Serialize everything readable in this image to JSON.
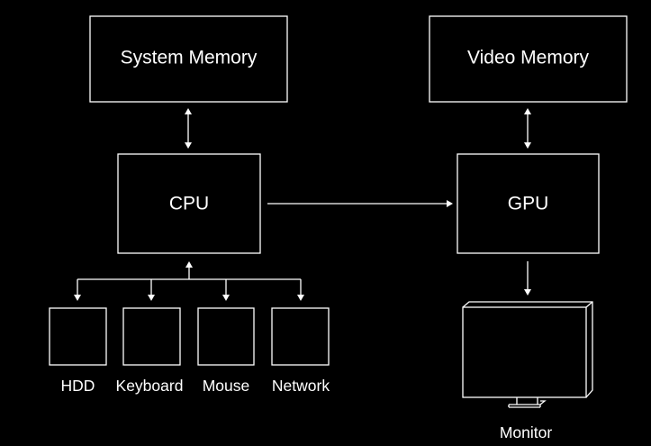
{
  "colors": {
    "background": "#000000",
    "foreground": "#ffffff"
  },
  "nodes": {
    "system_memory": "System Memory",
    "video_memory": "Video Memory",
    "cpu": "CPU",
    "gpu": "GPU",
    "hdd": "HDD",
    "keyboard": "Keyboard",
    "mouse": "Mouse",
    "network": "Network",
    "monitor": "Monitor"
  },
  "connections": [
    {
      "from": "system_memory",
      "to": "cpu",
      "direction": "both"
    },
    {
      "from": "video_memory",
      "to": "gpu",
      "direction": "both"
    },
    {
      "from": "cpu",
      "to": "gpu",
      "direction": "forward"
    },
    {
      "from": "gpu",
      "to": "monitor",
      "direction": "forward"
    },
    {
      "from": "peripherals",
      "to": "cpu",
      "direction": "forward"
    },
    {
      "from": "cpu",
      "to": "hdd",
      "direction": "forward"
    },
    {
      "from": "cpu",
      "to": "keyboard",
      "direction": "forward"
    },
    {
      "from": "cpu",
      "to": "mouse",
      "direction": "forward"
    },
    {
      "from": "cpu",
      "to": "network",
      "direction": "forward"
    }
  ]
}
